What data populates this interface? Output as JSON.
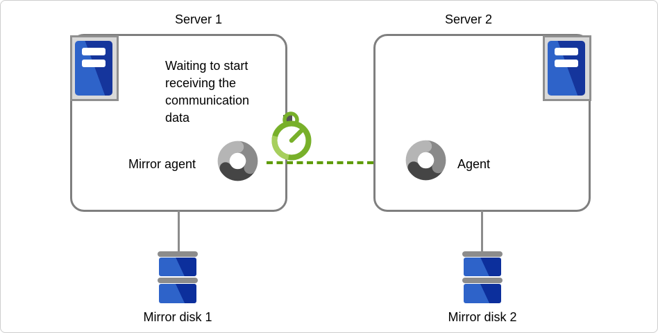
{
  "server1": {
    "title": "Server 1",
    "status_text": "Waiting to start receiving the communication data",
    "agent_label": "Mirror agent",
    "disk_label": "Mirror disk 1"
  },
  "server2": {
    "title": "Server 2",
    "agent_label": "Agent",
    "disk_label": "Mirror disk 2"
  },
  "icons": {
    "server": "server-tower-icon (blue tower with two white slots in gray frame)",
    "agent": "process-donut-icon (three-segment gray swirl ring)",
    "stopwatch": "stopwatch-icon (green timer)",
    "disk": "mirror-disk-icon (stacked blue platters with gray caps)",
    "arrow": "dashed-arrow-icon (green dashed arrow, open chevron head)"
  },
  "colors": {
    "frame-border": "#cdcdcd",
    "box-border": "#7f7f7f",
    "icon-frame-fill": "#d9d9d9",
    "icon-frame-border": "#8f8f8f",
    "blue-light": "#2e63c9",
    "blue-dark": "#15359c",
    "disk-blue-dark": "#0c2f9c",
    "connector-gray": "#8c8c8c",
    "donut-light": "#b5b5b5",
    "donut-mid": "#8a8a8a",
    "donut-dark": "#454545",
    "watch-green": "#78b02a",
    "watch-green-light": "#a7cf5d",
    "watch-nub": "#555555",
    "arrow-green": "#5e9b07"
  }
}
